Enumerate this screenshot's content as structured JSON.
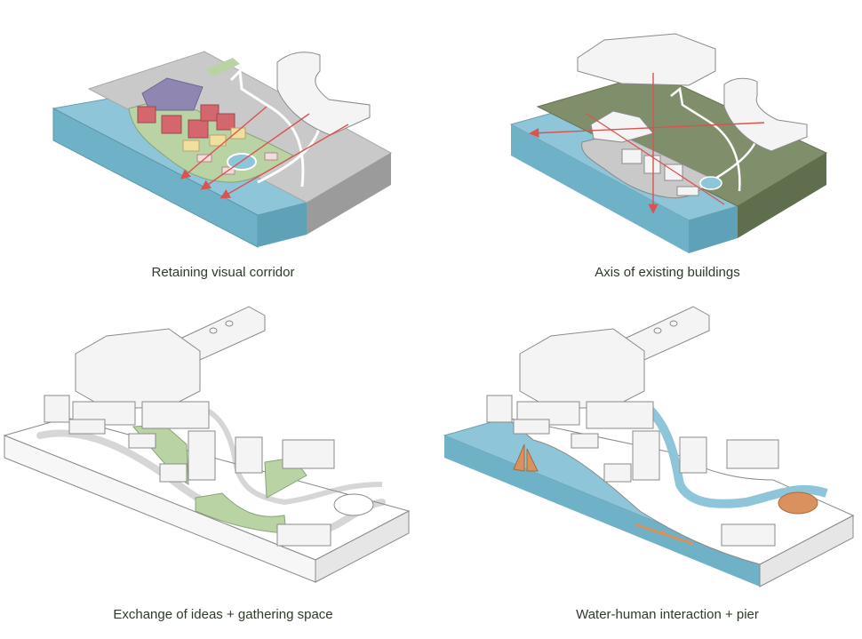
{
  "panels": [
    {
      "caption": "Retaining visual corridor"
    },
    {
      "caption": "Axis of existing buildings"
    },
    {
      "caption": "Exchange of ideas + gathering space"
    },
    {
      "caption": "Water-human interaction + pier"
    }
  ],
  "colors": {
    "water_top": "#8ec5d8",
    "water_side": "#6fb1c6",
    "land_grey": "#c9c9c9",
    "land_grey_side": "#9b9b9b",
    "olive_land": "#7f8f6c",
    "olive_side": "#5f6f4e",
    "green_space": "#b9d3a4",
    "building_white": "#f4f4f4",
    "building_outline": "#8a8a8a",
    "red_building": "#d4676e",
    "cream_building": "#f1dfa0",
    "purple_building": "#8f86b1",
    "arrow_red": "#d9534f",
    "pier_orange": "#d9915e"
  }
}
